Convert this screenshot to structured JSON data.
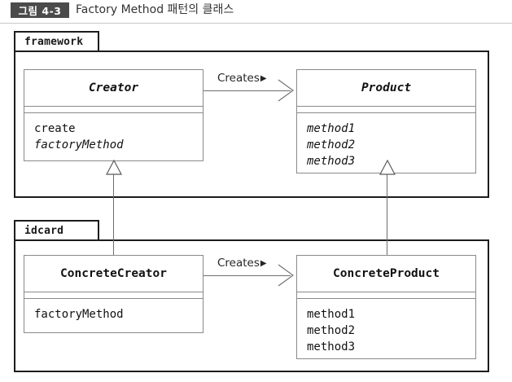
{
  "figure": {
    "badge": "그림 4-3",
    "title": "Factory Method 패턴의 클래스"
  },
  "colors": {
    "badge_bg": "#4b4b4b",
    "frame_border": "#1c1c1c",
    "class_border": "#8a8a8a",
    "line": "#6e6e6e",
    "text": "#111111"
  },
  "packages": [
    {
      "name": "framework",
      "label": "framework"
    },
    {
      "name": "idcard",
      "label": "idcard"
    }
  ],
  "classes": [
    {
      "id": "creator",
      "name": "Creator",
      "stereotype": "abstract",
      "attributes": [],
      "operations": [
        {
          "label": "create",
          "abstract": false
        },
        {
          "label": "factoryMethod",
          "abstract": true
        }
      ]
    },
    {
      "id": "product",
      "name": "Product",
      "stereotype": "abstract",
      "attributes": [],
      "operations": [
        {
          "label": "method1",
          "abstract": true
        },
        {
          "label": "method2",
          "abstract": true
        },
        {
          "label": "method3",
          "abstract": true
        }
      ]
    },
    {
      "id": "concrete-creator",
      "name": "ConcreteCreator",
      "stereotype": "concrete",
      "attributes": [],
      "operations": [
        {
          "label": "factoryMethod",
          "abstract": false
        }
      ]
    },
    {
      "id": "concrete-product",
      "name": "ConcreteProduct",
      "stereotype": "concrete",
      "attributes": [],
      "operations": [
        {
          "label": "method1",
          "abstract": false
        },
        {
          "label": "method2",
          "abstract": false
        },
        {
          "label": "method3",
          "abstract": false
        }
      ]
    }
  ],
  "relations": [
    {
      "id": "creator-creates-product",
      "type": "association",
      "label": "Creates",
      "nav_mark": "▶",
      "from": "Creator",
      "to": "Product"
    },
    {
      "id": "concrete-creator-creates-concrete-product",
      "type": "association",
      "label": "Creates",
      "nav_mark": "▶",
      "from": "ConcreteCreator",
      "to": "ConcreteProduct"
    },
    {
      "id": "concrete-creator-extends-creator",
      "type": "generalization",
      "label": "",
      "from": "ConcreteCreator",
      "to": "Creator"
    },
    {
      "id": "concrete-product-extends-product",
      "type": "generalization",
      "label": "",
      "from": "ConcreteProduct",
      "to": "Product"
    }
  ]
}
